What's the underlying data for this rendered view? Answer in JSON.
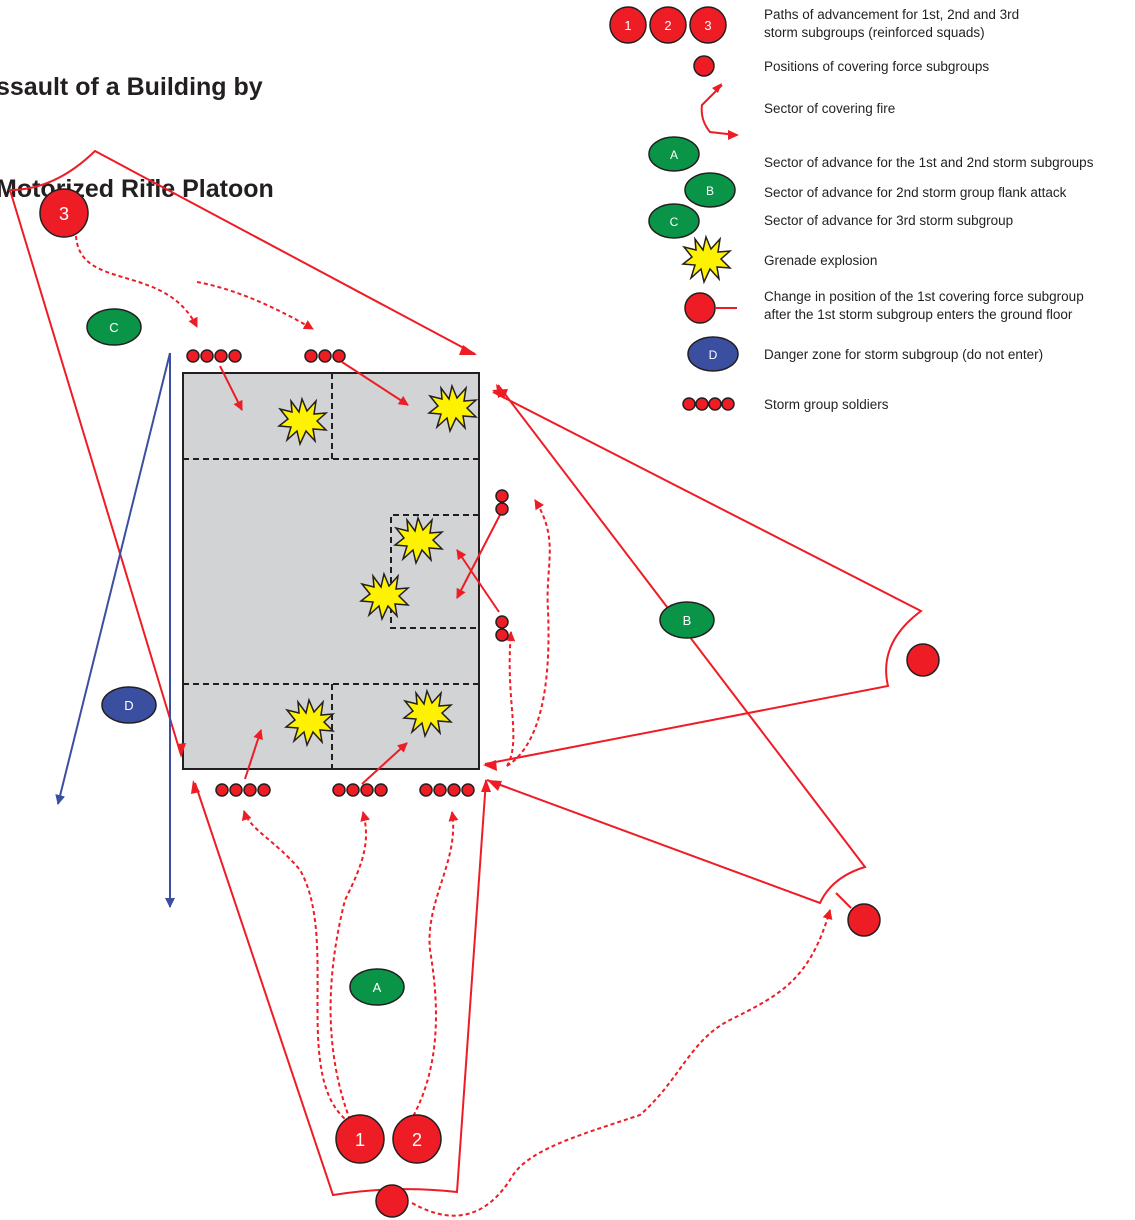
{
  "title": {
    "line1": "ssault of a Building by",
    "line2": "Motorized Rifle Platoon"
  },
  "colors": {
    "red": "#ee1c25",
    "green": "#0a9447",
    "blue": "#3b4fa0",
    "building": "#d1d3d4",
    "explosion": "#fff200",
    "text": "#231f20"
  },
  "legend": [
    {
      "text": [
        "Paths of advancement for 1st, 2nd and 3rd",
        "storm subgroups (reinforced squads)"
      ],
      "markers": [
        "1",
        "2",
        "3"
      ]
    },
    {
      "text": [
        "Positions of covering force subgroups"
      ]
    },
    {
      "text": [
        "Sector of covering fire"
      ]
    },
    {
      "text": [
        "Sector of advance for the 1st and 2nd storm subgroups"
      ],
      "marker": "A"
    },
    {
      "text": [
        "Sector of advance for 2nd storm group flank attack"
      ],
      "marker": "B"
    },
    {
      "text": [
        "Sector of advance for 3rd storm subgroup"
      ],
      "marker": "C"
    },
    {
      "text": [
        "Grenade explosion"
      ]
    },
    {
      "text": [
        "Change in position of the 1st covering force subgroup",
        "after the 1st storm subgroup enters the ground floor"
      ]
    },
    {
      "text": [
        "Danger zone for storm subgroup (do not enter)"
      ],
      "marker": "D"
    },
    {
      "text": [
        "Storm group soldiers"
      ]
    }
  ],
  "map": {
    "subgroups": [
      "1",
      "2",
      "3"
    ],
    "sectors": [
      "A",
      "B",
      "C",
      "D"
    ]
  }
}
